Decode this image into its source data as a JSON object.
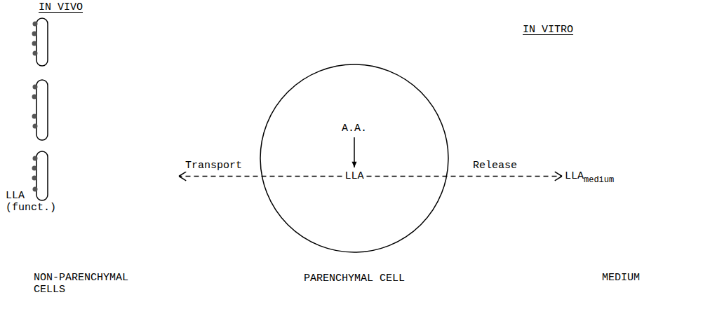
{
  "diagram": {
    "nodes": [
      {
        "text": [
          "PARENCHYMAL CELL"
        ]
      },
      {
        "text": [
          "A.A."
        ],
        "in": 0
      },
      {
        "text": [
          "LLA"
        ],
        "in": 0
      },
      {
        "text": [
          "LLA (funct.)"
        ]
      },
      {
        "text": [
          "LLA",
          "medium"
        ]
      }
    ],
    "edges": [
      {
        "from": 1,
        "to": 2,
        "arrow": "to"
      },
      {
        "from": 2,
        "to": 3,
        "label": "Transport",
        "arrow": "to"
      },
      {
        "from": 2,
        "to": 4,
        "label": "Release",
        "arrow": "to"
      }
    ],
    "labels": [
      "IN VIVO",
      "IN VITRO",
      "NON-PARENCHYMAL CELLS",
      "MEDIUM"
    ]
  }
}
